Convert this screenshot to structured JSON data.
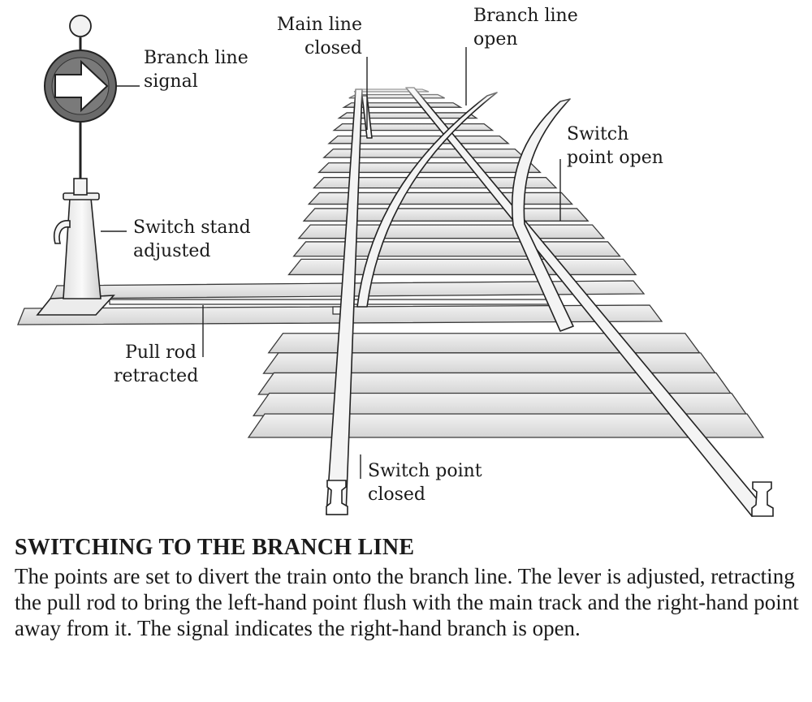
{
  "labels": {
    "branch_line_signal": [
      "Branch line",
      "signal"
    ],
    "main_line_closed": [
      "Main line",
      "closed"
    ],
    "branch_line_open": [
      "Branch line",
      "open"
    ],
    "switch_point_open": [
      "Switch",
      "point open"
    ],
    "switch_stand_adjusted": [
      "Switch stand",
      "adjusted"
    ],
    "pull_rod_retracted": [
      "Pull rod",
      "retracted"
    ],
    "switch_point_closed": [
      "Switch point",
      "closed"
    ]
  },
  "caption": {
    "title": "SWITCHING TO THE BRANCH LINE",
    "body": "The points are set to divert the train onto the branch line. The lever is adjusted, retracting the pull rod to bring the left-hand point flush with the main track and the right-hand point away from it. The signal indicates the right-hand branch is open."
  },
  "colors": {
    "ink": "#1a1a1a",
    "tie_fill": "#e8e8e8",
    "rail_fill": "#f4f4f4",
    "signal_disc": "#666666"
  }
}
